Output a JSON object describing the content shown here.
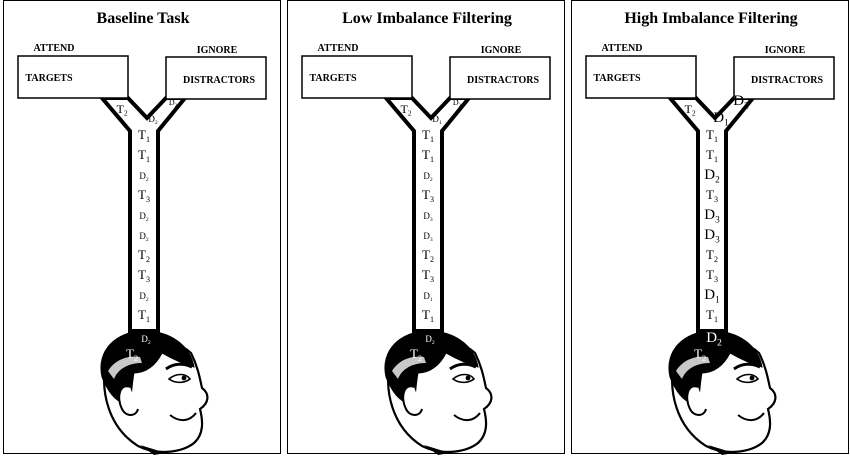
{
  "panels": [
    {
      "title": "Baseline Task",
      "attend_label": "ATTEND",
      "ignore_label": "IGNORE",
      "targets_box": "TARGETS",
      "distractors_box": "DISTRACTORS",
      "left_arm_symbols": [
        "T2"
      ],
      "right_arm_symbols": [
        "D2",
        "D2"
      ],
      "stem_symbols": [
        "T1",
        "T1",
        "D2",
        "T3",
        "D2",
        "D2",
        "T2",
        "T3",
        "D2",
        "T1"
      ],
      "head_symbols": [
        "D2",
        "T2"
      ],
      "large_distractors": false
    },
    {
      "title": "Low Imbalance Filtering",
      "attend_label": "ATTEND",
      "ignore_label": "IGNORE",
      "targets_box": "TARGETS",
      "distractors_box": "DISTRACTORS",
      "left_arm_symbols": [
        "T2"
      ],
      "right_arm_symbols": [
        "D2",
        "D1"
      ],
      "stem_symbols": [
        "T1",
        "T1",
        "D2",
        "T3",
        "D3",
        "D3",
        "T2",
        "T3",
        "D1",
        "T1"
      ],
      "head_symbols": [
        "D2",
        "T2"
      ],
      "large_distractors": false
    },
    {
      "title": "High Imbalance Filtering",
      "attend_label": "ATTEND",
      "ignore_label": "IGNORE",
      "targets_box": "TARGETS",
      "distractors_box": "DISTRACTORS",
      "left_arm_symbols": [
        "T2"
      ],
      "right_arm_symbols": [
        "D2",
        "D1"
      ],
      "stem_symbols": [
        "T1",
        "T1",
        "D2",
        "T3",
        "D3",
        "D3",
        "T2",
        "T3",
        "D1",
        "T1"
      ],
      "head_symbols": [
        "D2",
        "T2"
      ],
      "large_distractors": true
    }
  ]
}
